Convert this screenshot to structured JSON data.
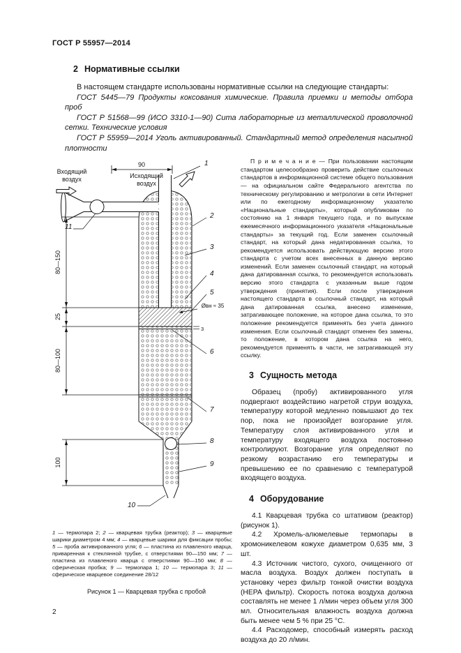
{
  "page": {
    "header": "ГОСТ Р 55957—2014",
    "number": "2"
  },
  "section2": {
    "num": "2",
    "title": "Нормативные ссылки",
    "intro": "В настоящем стандарте использованы нормативные ссылки на следующие стандарты:",
    "refs": [
      {
        "text": "ГОСТ 5445—79 Продукты коксования химические. Правила приемки и методы отбора проб"
      },
      {
        "text": "ГОСТ Р 51568—99 (ИСО 3310-1—90) Сита лабораторные из металлической проволочной сетки. Технические условия"
      },
      {
        "text": "ГОСТ Р 55959—2014 Уголь активированный. Стандартный метод определения насыпной плотности"
      }
    ]
  },
  "note": {
    "text": "П р и м е ч а н и е — При пользовании настоящим стандартом целесообразно проверить действие ссылочных стандартов в информационной системе общего пользования — на официальном сайте Федерального агентства по техническому регулированию и метрологии в сети Интернет или по ежегодному информационному указателю «Национальные стандарты», который опубликован по состоянию на 1 января текущего года, и по выпускам ежемесячного информационного указателя «Национальные стандарты» за текущий год. Если заменен ссылочный стандарт, на который дана недатированная ссылка, то рекомендуется использовать действующую версию этого стандарта с учетом всех внесенных в данную версию изменений. Если заменен ссылочный стандарт, на который дана датированная ссылка, то рекомендуется использовать версию этого стандарта с указанным выше годом утверждения (принятия). Если после утверждения настоящего стандарта в ссылочный стандарт, на который дана датированная ссылка, внесено изменение, затрагивающее положение, на которое дана ссылка, то это положение рекомендуется применять без учета данного изменения. Если ссылочный стандарт отменен без замены, то положение, в котором дана ссылка на него, рекомендуется применять в части, не затрагивающей эту ссылку."
  },
  "section3": {
    "num": "3",
    "title": "Сущность метода",
    "body": "Образец (пробу) активированного угля подвергают воздействию нагретой струи воздуха, температуру которой медленно повышают до тех пор, пока не произойдет возгорание угля. Температуру слоя активированного угля и температуру входящего воздуха постоянно контролируют. Возгорание угля определяют по резкому возрастанию его температуры и превышению ее по сравнению с температурой входящего воздуха."
  },
  "section4": {
    "num": "4",
    "title": "Оборудование",
    "items": [
      {
        "text": "4.1 Кварцевая трубка со штативом (реактор) (рисунок 1)."
      },
      {
        "text": "4.2 Хромель-алюмелевые термопары в хромоникелевом кожухе диаметром 0,635 мм, 3 шт."
      },
      {
        "text": "4.3 Источник чистого, сухого, очищенного от масла воздуха. Воздух должен поступать в установку через фильтр тонкой очистки воздуха (HEPA фильтр). Скорость потока воздуха должна составлять не менее 1 л/мин через объем угля 300 мл. Относительная влажность воздуха должна быть менее чем 5 % при 25 °С."
      },
      {
        "text": "4.4 Расходомер, способный измерять расход воздуха до 20 л/мин."
      }
    ]
  },
  "diagram": {
    "incoming_line1": "Входящий",
    "incoming_line2": "воздух",
    "outgoing_line1": "Исходящий",
    "outgoing_line2": "воздух",
    "dim_top": "90",
    "dims": {
      "h1": "80—150",
      "h2": "25",
      "h3": "80—100",
      "h4": "100",
      "plate": "3",
      "diameter": "Øвн ≈ 35"
    },
    "callouts": {
      "c1": "1",
      "c2": "2",
      "c3": "3",
      "c4": "4",
      "c5": "5",
      "c6": "6",
      "c7": "7",
      "c8": "8",
      "c9": "9",
      "c10": "10",
      "c11": "11"
    }
  },
  "figure": {
    "legend": [
      {
        "num": "1",
        "text": " — термопара 2; "
      },
      {
        "num": "2",
        "text": " — кварцевая трубка (реактор); "
      },
      {
        "num": "3",
        "text": " — кварцевые шарики диаметром 4 мм; "
      },
      {
        "num": "4",
        "text": " — кварцевые шарики для фиксации пробы; "
      },
      {
        "num": "5",
        "text": " — проба активированного угля; "
      },
      {
        "num": "6",
        "text": " — пластина из плавленого кварца, приваренная к стеклянной трубке, с отверстиями 90—150 мм; "
      },
      {
        "num": "7",
        "text": " — пластина из плавленого кварца с отверстиями 90—150 мм; "
      },
      {
        "num": "8",
        "text": " — сферическая пробка; "
      },
      {
        "num": "9",
        "text": " — термопара 1; "
      },
      {
        "num": "10",
        "text": " — термопара 3; "
      },
      {
        "num": "11",
        "text": " — сферическое кварцевое соединение 28/12"
      }
    ],
    "caption": "Рисунок 1 — Кварцевая трубка с пробой"
  }
}
